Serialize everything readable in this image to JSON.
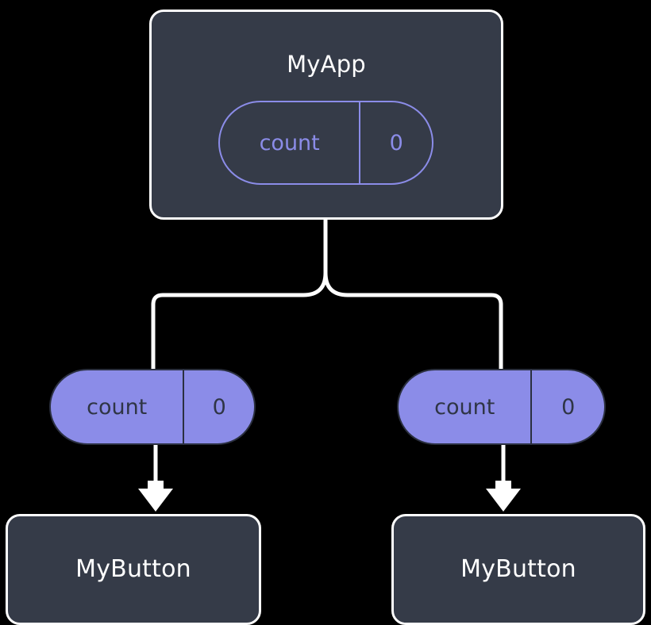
{
  "diagram": {
    "title_text": "MyApp",
    "background_color": "#000000",
    "box_fill_color": "#353b48",
    "box_border_color": "#ffffff",
    "accent_color": "#8b8ce8",
    "wire_color": "#ffffff"
  },
  "root": {
    "name": "MyApp",
    "state": {
      "key": "count",
      "value": "0"
    }
  },
  "children": [
    {
      "name": "MyButton",
      "prop": {
        "key": "count",
        "value": "0"
      }
    },
    {
      "name": "MyButton",
      "prop": {
        "key": "count",
        "value": "0"
      }
    }
  ]
}
